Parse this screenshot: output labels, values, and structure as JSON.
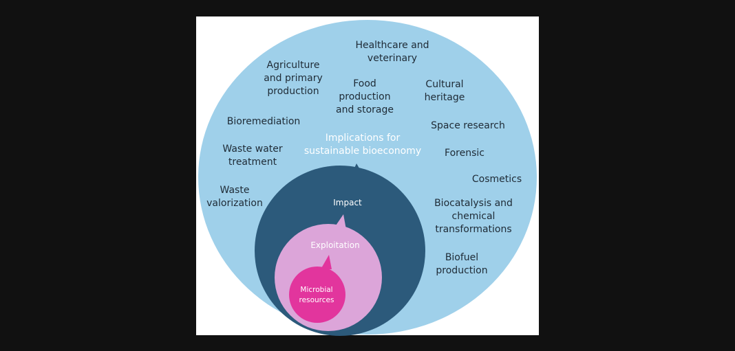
{
  "diagram": {
    "colors": {
      "outer": "#9fd0ea",
      "impact": "#2c5a7b",
      "exploitation": "#dca5d9",
      "microbial": "#e2359d",
      "background": "#111111",
      "panel": "#ffffff"
    },
    "outer_label": [
      "Implications for",
      "sustainable bioeconomy"
    ],
    "impact_label": "Impact",
    "exploitation_label": "Exploitation",
    "microbial_label": [
      "Microbial",
      "resources"
    ],
    "applications": {
      "healthcare": [
        "Healthcare and",
        "veterinary"
      ],
      "agriculture": [
        "Agriculture",
        "and primary",
        "production"
      ],
      "food": [
        "Food",
        "production",
        "and storage"
      ],
      "cultural": [
        "Cultural",
        "heritage"
      ],
      "bioremediation": [
        "Bioremediation"
      ],
      "space": [
        "Space research"
      ],
      "wastewater": [
        "Waste water",
        "treatment"
      ],
      "forensic": [
        "Forensic"
      ],
      "cosmetics": [
        "Cosmetics"
      ],
      "waste_valorization": [
        "Waste",
        "valorization"
      ],
      "biocatalysis": [
        "Biocatalysis and",
        "chemical",
        "transformations"
      ],
      "biofuel": [
        "Biofuel",
        "production"
      ]
    }
  }
}
